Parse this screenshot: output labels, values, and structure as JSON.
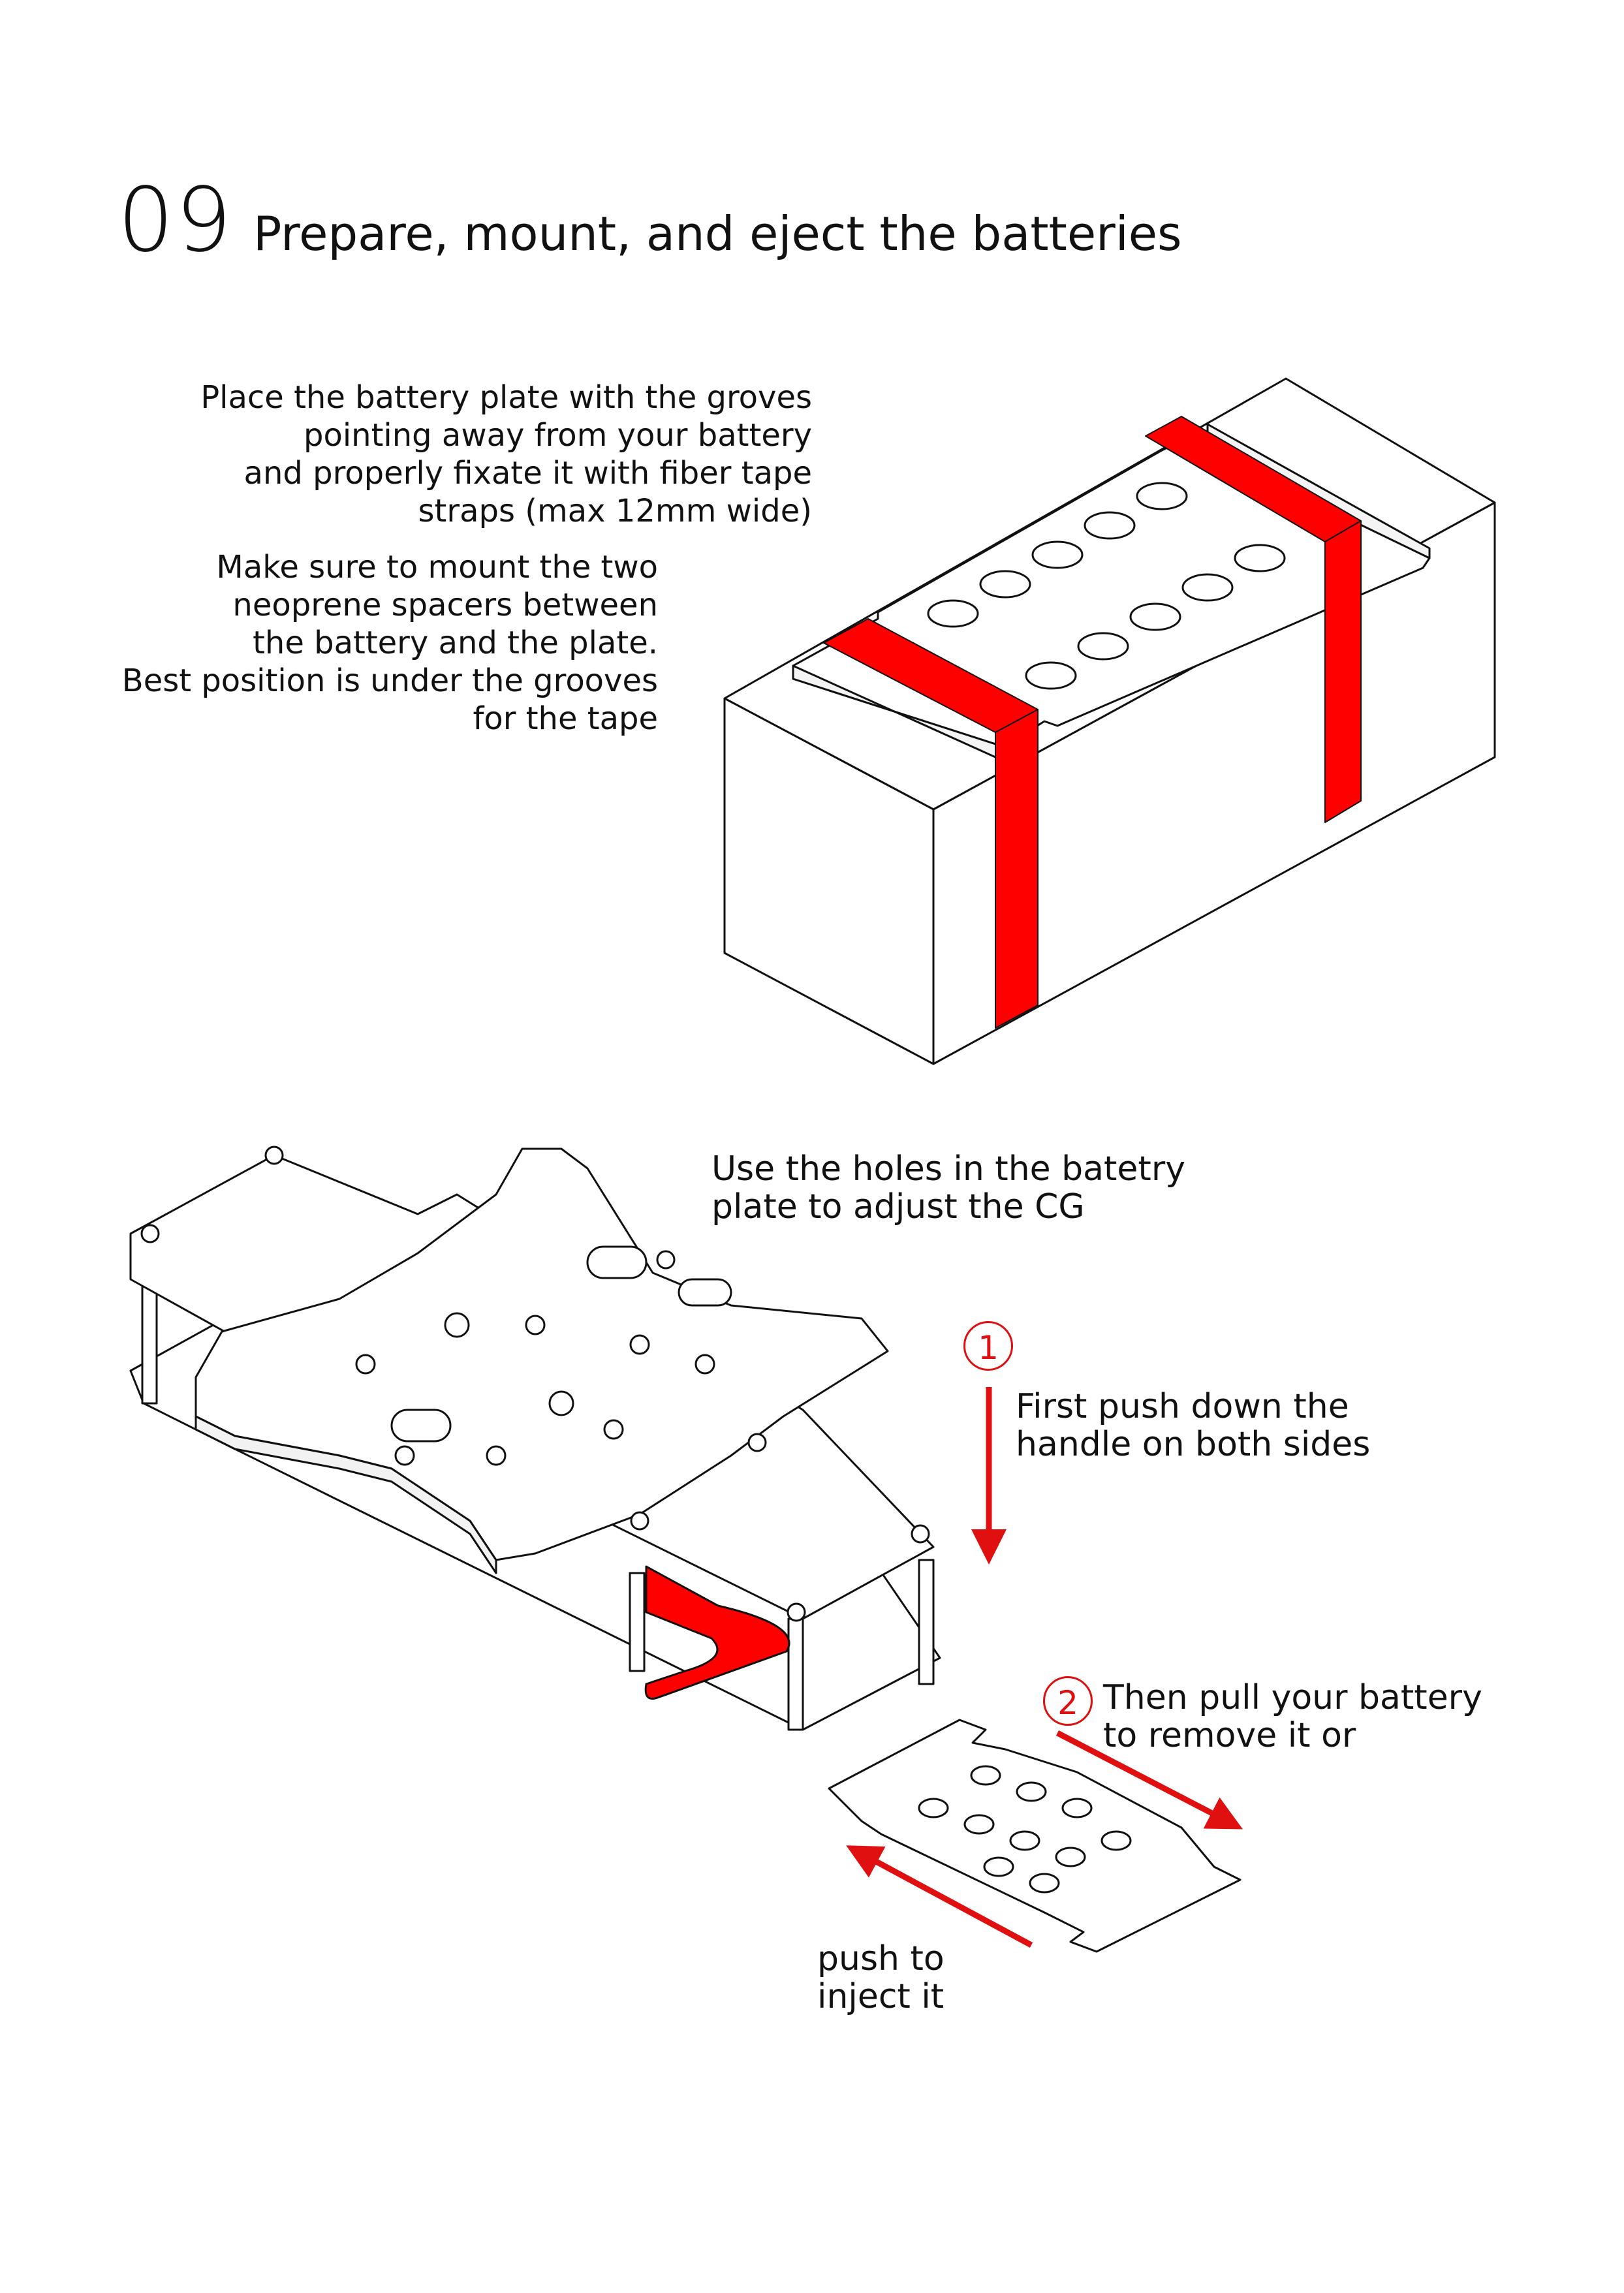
{
  "header": {
    "step_number": "09",
    "title": "Prepare, mount, and eject the batteries"
  },
  "instructions": {
    "plate_lines": [
      "Place the battery plate with the groves",
      "pointing away from your battery",
      "and properly fixate it with fiber tape",
      "straps (max 12mm wide)"
    ],
    "spacer_lines": [
      "Make sure to mount the two",
      "neoprene spacers between",
      "the battery and the plate.",
      "Best position is under the grooves",
      "for the tape"
    ],
    "cg_lines": [
      "Use the holes in the batetry",
      "plate to adjust the CG"
    ],
    "step1_number": "1",
    "step1_lines": [
      "First push down the",
      "handle on both sides"
    ],
    "step2_number": "2",
    "step2_lines": [
      "Then pull your battery",
      "to remove it or"
    ],
    "inject_lines": [
      "push to",
      "inject it"
    ]
  },
  "colors": {
    "accent": "#e01010",
    "line": "#111111"
  }
}
